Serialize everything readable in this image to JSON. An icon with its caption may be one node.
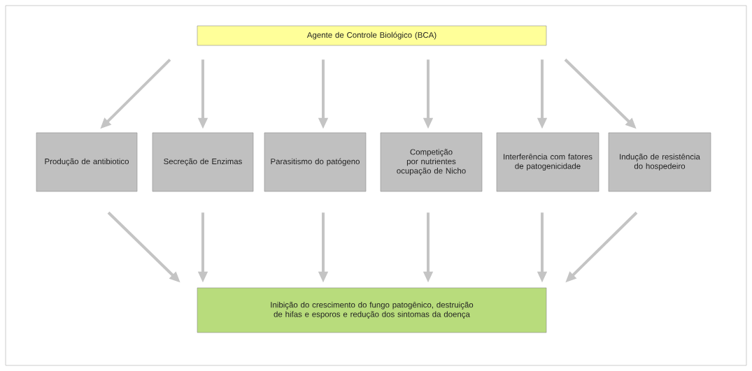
{
  "diagram": {
    "nodes": [
      {
        "text": [
          "Agente de Controle Biológico (BCA)"
        ]
      },
      {
        "text": [
          "Produção de antibiotico"
        ]
      },
      {
        "text": [
          "Secreção de Enzimas"
        ]
      },
      {
        "text": [
          "Parasitismo do patógeno"
        ]
      },
      {
        "text": [
          "Competição por nutrientes ocupação de Nicho"
        ]
      },
      {
        "text": [
          "Interferência com fatores de patogenicidade"
        ]
      },
      {
        "text": [
          "Indução de resistência do hospedeiro"
        ]
      },
      {
        "text": [
          "Inibição do crescimento do fungo patogênico, destruição de hifas e esporos e redução dos sintomas da doença"
        ]
      }
    ],
    "edges": [
      {
        "from": 0,
        "to": 1,
        "arrow": "to"
      },
      {
        "from": 0,
        "to": 2,
        "arrow": "to"
      },
      {
        "from": 0,
        "to": 3,
        "arrow": "to"
      },
      {
        "from": 0,
        "to": 4,
        "arrow": "to"
      },
      {
        "from": 0,
        "to": 5,
        "arrow": "to"
      },
      {
        "from": 0,
        "to": 6,
        "arrow": "to"
      },
      {
        "from": 1,
        "to": 7,
        "arrow": "to"
      },
      {
        "from": 2,
        "to": 7,
        "arrow": "to"
      },
      {
        "from": 3,
        "to": 7,
        "arrow": "to"
      },
      {
        "from": 4,
        "to": 7,
        "arrow": "to"
      },
      {
        "from": 5,
        "to": 7,
        "arrow": "to"
      },
      {
        "from": 6,
        "to": 7,
        "arrow": "to"
      }
    ]
  }
}
